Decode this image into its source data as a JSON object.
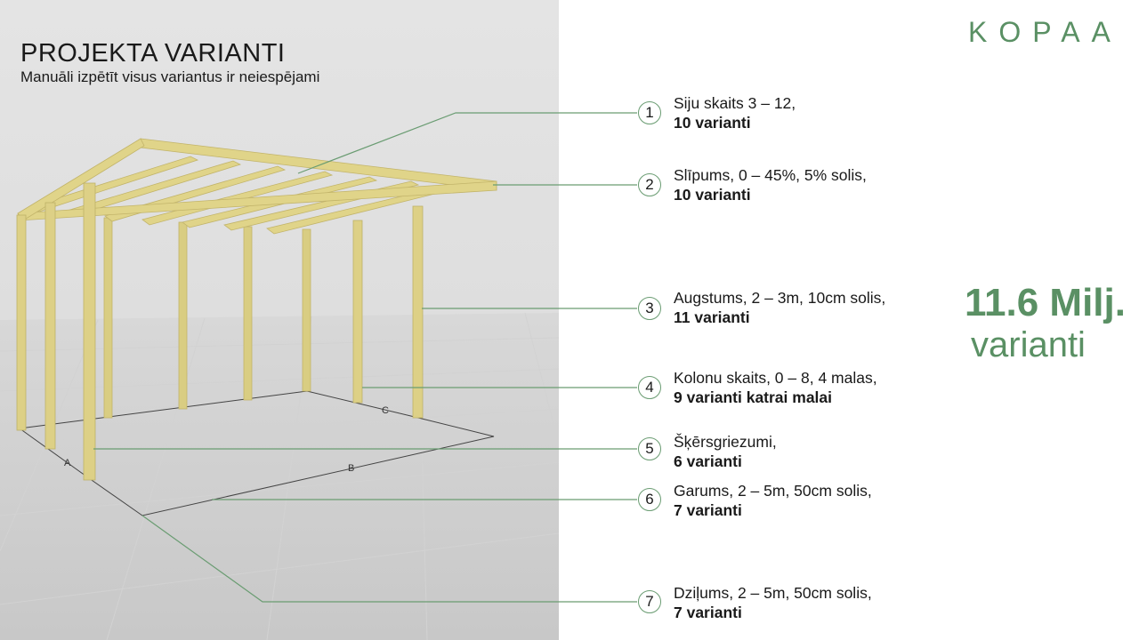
{
  "header": {
    "title": "PROJEKTA VARIANTI",
    "subtitle": "Manuāli izpētīt visus variantus ir neiespējami"
  },
  "logo": {
    "text": "KOPAA"
  },
  "dimension_labels": {
    "a": "A",
    "b": "B",
    "c": "C"
  },
  "items": [
    {
      "number": "1",
      "desc": "Siju skaits 3 – 12,",
      "value": "10 varianti"
    },
    {
      "number": "2",
      "desc": "Slīpums, 0 – 45%, 5% solis,",
      "value": "10 varianti"
    },
    {
      "number": "3",
      "desc": "Augstums, 2 – 3m, 10cm solis,",
      "value": "11 varianti"
    },
    {
      "number": "4",
      "desc": "Kolonu skaits, 0 – 8, 4 malas,",
      "value": "9 varianti katrai malai"
    },
    {
      "number": "5",
      "desc": "Šķērsgriezumi,",
      "value": "6 varianti"
    },
    {
      "number": "6",
      "desc": "Garums, 2 – 5m, 50cm solis,",
      "value": "7 varianti"
    },
    {
      "number": "7",
      "desc": "Dziļums, 2 – 5m, 50cm solis,",
      "value": "7 varianti"
    }
  ],
  "total": {
    "number": "11.6 Milj.",
    "label": "varianti"
  },
  "colors": {
    "accent": "#5a9064",
    "wood": "#dccf84",
    "panel": "#e2e2e2"
  }
}
